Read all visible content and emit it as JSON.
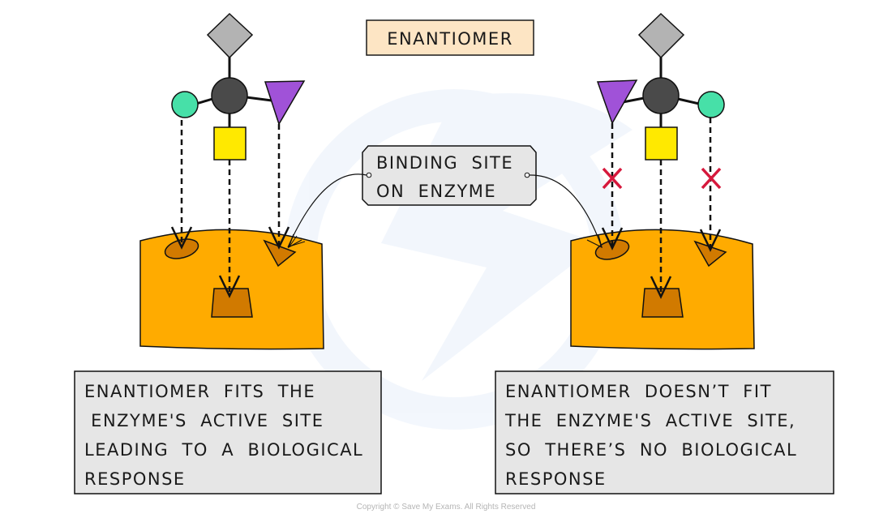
{
  "title": "ENANTIOMER",
  "binding_label": {
    "lines": [
      "BINDING  SITE",
      "ON  ENZYME"
    ]
  },
  "left_panel": {
    "caption_lines": [
      "ENANTIOMER  FITS  THE",
      " ENZYME'S  ACTIVE  SITE",
      "LEADING  TO  A  BIOLOGICAL",
      "RESPONSE"
    ],
    "fits": true
  },
  "right_panel": {
    "caption_lines": [
      "ENANTIOMER  DOESN’T  FIT",
      "THE  ENZYME'S  ACTIVE  SITE,",
      "SO  THERE’S  NO  BIOLOGICAL",
      "RESPONSE"
    ],
    "fits": false
  },
  "copyright": "Copyright © Save My Exams. All Rights Reserved",
  "colors": {
    "title_fill": "#fde5c4",
    "label_fill": "#e6e6e6",
    "enzyme_fill": "#ffab00",
    "active_site_fill": "#d17a00",
    "central_atom": "#4a4a4a",
    "diamond": "#b3b3b3",
    "circle_group": "#47e0a8",
    "triangle_group": "#a052d8",
    "square_group": "#ffe900",
    "mismatch_cross": "#d6183c"
  },
  "icons": {
    "mismatch": "cross-icon",
    "watermark": "lightning-bolt-icon"
  }
}
